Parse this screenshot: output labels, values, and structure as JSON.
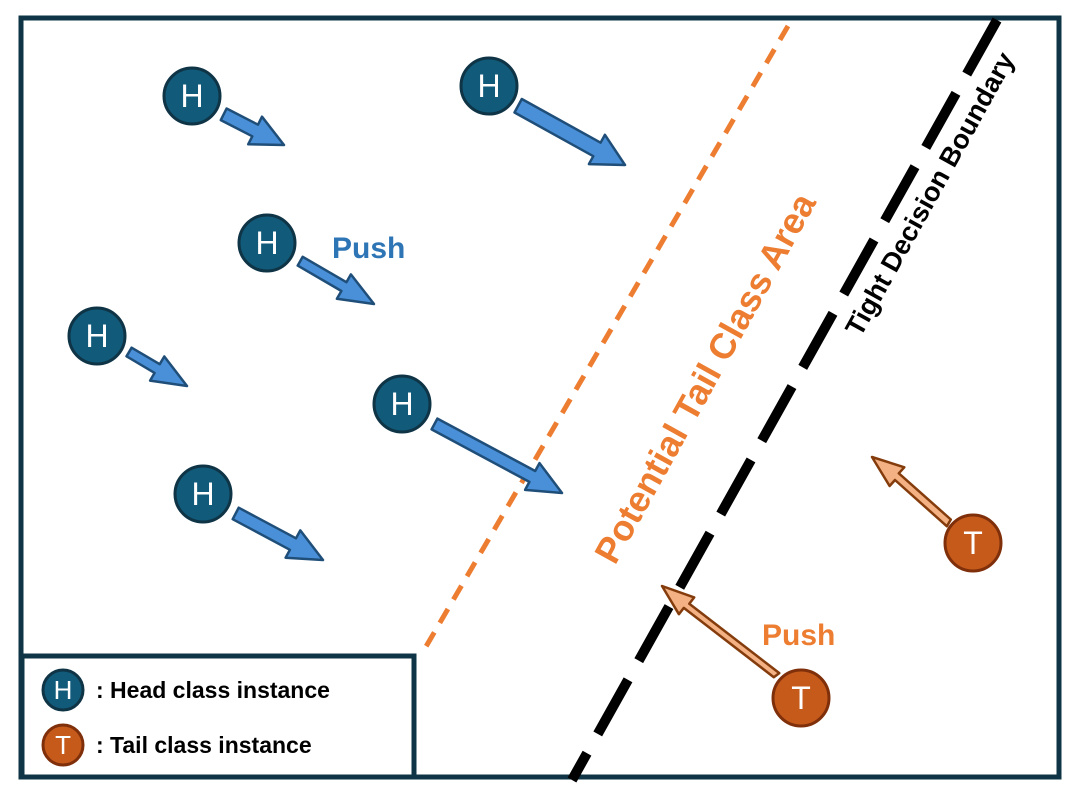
{
  "colors": {
    "frame": "#0e3446",
    "head_node": "#115a7a",
    "head_arrow": "#4a90d9",
    "head_arrow_stroke": "#1f4e79",
    "head_push_text": "#2e75b6",
    "tail_node": "#c55a1b",
    "tail_arrow": "#f4b183",
    "tail_arrow_stroke": "#843c0c",
    "tail_push_text": "#ed7d31",
    "region_line": "#ed7d31",
    "boundary_line": "#000000"
  },
  "head_nodes": [
    {
      "letter": "H"
    },
    {
      "letter": "H"
    },
    {
      "letter": "H"
    },
    {
      "letter": "H"
    },
    {
      "letter": "H"
    },
    {
      "letter": "H"
    }
  ],
  "tail_nodes": [
    {
      "letter": "T"
    },
    {
      "letter": "T"
    }
  ],
  "labels": {
    "head_push": "Push",
    "tail_push": "Push",
    "tail_region": "Potential Tail Class Area",
    "boundary": "Tight Decision Boundary"
  },
  "legend": {
    "items": [
      {
        "icon": "H",
        "text": ": Head class instance"
      },
      {
        "icon": "T",
        "text": ": Tail class instance"
      }
    ]
  }
}
